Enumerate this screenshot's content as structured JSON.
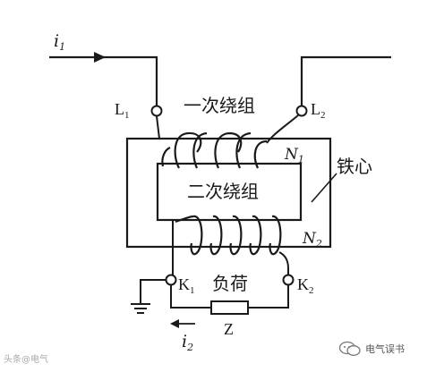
{
  "labels": {
    "primary_current": "i",
    "primary_current_sub": "1",
    "secondary_current": "i",
    "secondary_current_sub": "2",
    "terminal_l1": "L",
    "terminal_l1_sub": "1",
    "terminal_l2": "L",
    "terminal_l2_sub": "2",
    "terminal_k1": "K",
    "terminal_k1_sub": "1",
    "terminal_k2": "K",
    "terminal_k2_sub": "2",
    "n1": "N",
    "n1_sub": "1",
    "n2": "N",
    "n2_sub": "2",
    "primary_winding": "一次绕组",
    "secondary_winding": "二次绕组",
    "iron_core": "铁心",
    "load": "负荷",
    "impedance": "Z"
  },
  "watermark": {
    "left": "头条@电气",
    "right": "电气误书"
  }
}
